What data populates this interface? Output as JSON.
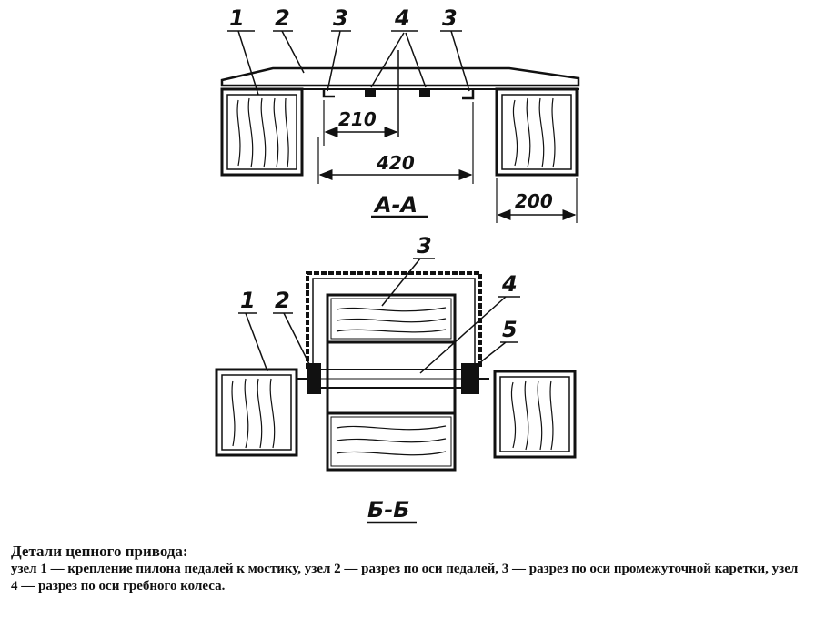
{
  "figure": {
    "section_aa": {
      "label": "А-А",
      "callouts": [
        "1",
        "2",
        "3",
        "4",
        "3"
      ],
      "dimensions": [
        "210",
        "420",
        "200"
      ]
    },
    "section_bb": {
      "label": "Б-Б",
      "callouts": [
        "1",
        "2",
        "3",
        "4",
        "5"
      ]
    }
  },
  "caption": {
    "title": "Детали цепного привода:",
    "text": "узел 1 — крепление пилона педалей к мостику, узел 2 — разрез по оси педалей, 3 — разрез по оси промежуточной каретки, узел 4 — разрез по оси гребного колеса."
  }
}
